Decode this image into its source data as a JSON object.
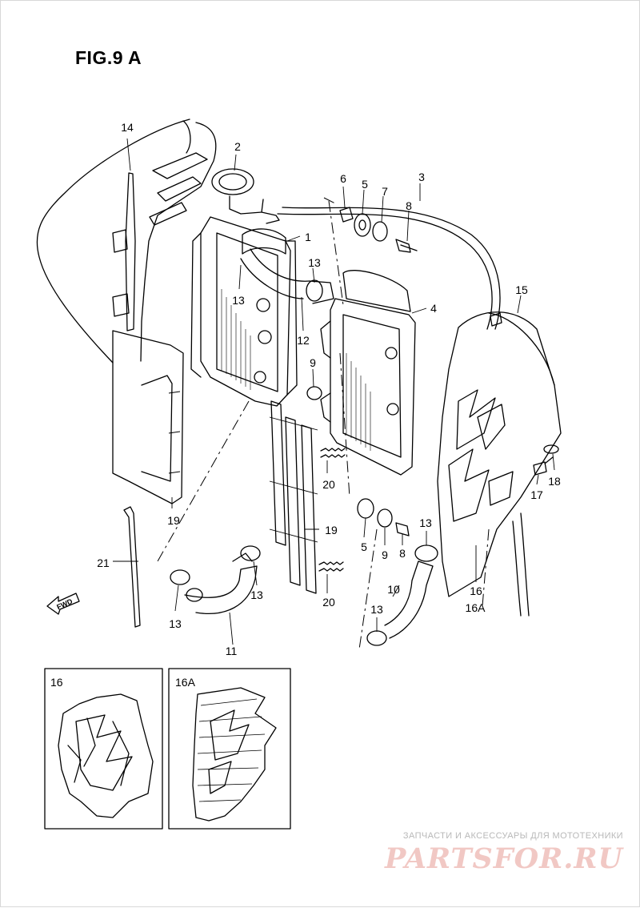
{
  "figure": {
    "title": "FIG.9 A",
    "fwd_label": "FWD"
  },
  "callouts": [
    {
      "id": "c14",
      "text": "14"
    },
    {
      "id": "c2",
      "text": "2"
    },
    {
      "id": "c1",
      "text": "1"
    },
    {
      "id": "c6",
      "text": "6"
    },
    {
      "id": "c5a",
      "text": "5"
    },
    {
      "id": "c7",
      "text": "7"
    },
    {
      "id": "c3",
      "text": "3"
    },
    {
      "id": "c8a",
      "text": "8"
    },
    {
      "id": "c13a",
      "text": "13"
    },
    {
      "id": "c13b",
      "text": "13"
    },
    {
      "id": "c12",
      "text": "12"
    },
    {
      "id": "c4",
      "text": "4"
    },
    {
      "id": "c15",
      "text": "15"
    },
    {
      "id": "c9a",
      "text": "9"
    },
    {
      "id": "c20a",
      "text": "20"
    },
    {
      "id": "c18",
      "text": "18"
    },
    {
      "id": "c17",
      "text": "17"
    },
    {
      "id": "c19a",
      "text": "19"
    },
    {
      "id": "c19b",
      "text": "19"
    },
    {
      "id": "c5b",
      "text": "5"
    },
    {
      "id": "c9b",
      "text": "9"
    },
    {
      "id": "c8b",
      "text": "8"
    },
    {
      "id": "c13c",
      "text": "13"
    },
    {
      "id": "c21",
      "text": "21"
    },
    {
      "id": "c13d",
      "text": "13"
    },
    {
      "id": "c20b",
      "text": "20"
    },
    {
      "id": "c16",
      "text": "16"
    },
    {
      "id": "c16A",
      "text": "16A"
    },
    {
      "id": "c10",
      "text": "10"
    },
    {
      "id": "c13e",
      "text": "13"
    },
    {
      "id": "c13f",
      "text": "13"
    },
    {
      "id": "c11",
      "text": "11"
    }
  ],
  "insets": [
    {
      "id": "inset16",
      "label": "16"
    },
    {
      "id": "inset16A",
      "label": "16A"
    }
  ],
  "watermark": {
    "tagline": "ЗАПЧАСТИ И АКСЕССУАРЫ ДЛЯ МОТОТЕХНИКИ",
    "logo_text": "PARTSFOR.RU"
  }
}
